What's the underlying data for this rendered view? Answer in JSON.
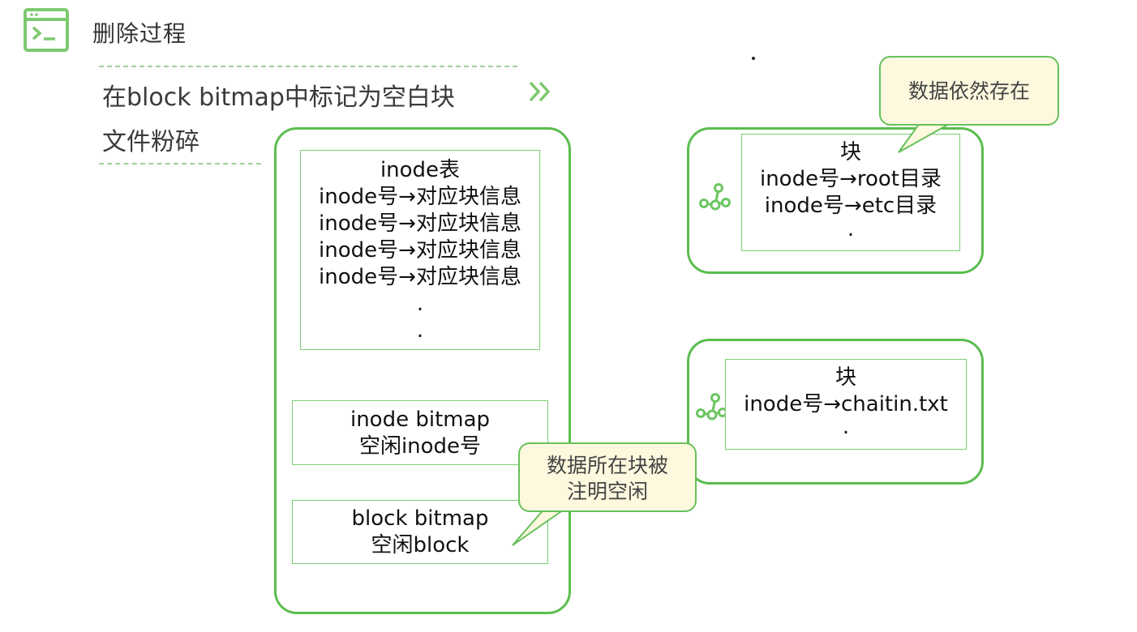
{
  "header": {
    "icon": "terminal-window-icon",
    "title": "删除过程"
  },
  "menu": {
    "items": [
      "在block bitmap中标记为空白块",
      "文件粉碎"
    ],
    "chevron_icon": "double-chevron-right-icon"
  },
  "disk": {
    "inode_table": {
      "lines": [
        "inode表",
        "inode号→对应块信息",
        "inode号→对应块信息",
        "inode号→对应块信息",
        "inode号→对应块信息",
        ".",
        "."
      ]
    },
    "inode_bitmap": {
      "lines": [
        "inode bitmap",
        "空闲inode号"
      ]
    },
    "block_bitmap": {
      "lines": [
        "block bitmap",
        "空闲block"
      ]
    }
  },
  "blocks": [
    {
      "icon": "network-nodes-icon",
      "lines": [
        "块",
        "inode号→root目录",
        "inode号→etc目录",
        "."
      ]
    },
    {
      "icon": "network-nodes-icon",
      "lines": [
        "块",
        "inode号→chaitin.txt",
        "."
      ]
    }
  ],
  "callouts": {
    "data_exists": "数据依然存在",
    "block_marked_free": [
      "数据所在块被",
      "注明空闲"
    ]
  },
  "colors": {
    "accent_green": "#5bbd4f",
    "callout_fill": "#fdf8de"
  }
}
